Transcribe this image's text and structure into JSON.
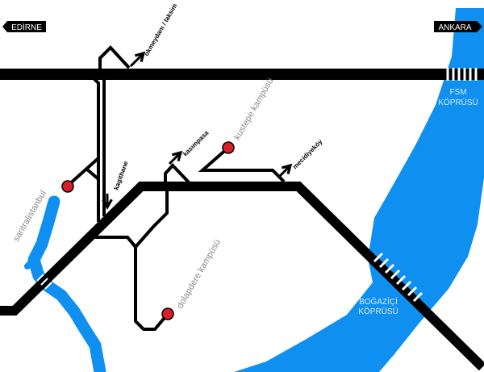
{
  "colors": {
    "water": "#0f8ff0",
    "road": "#000000",
    "campus": "#d81f2a",
    "bridge_label": "#dbe9f7",
    "campus_label": "#8a8a8a"
  },
  "signs": {
    "left": "EDİRNE",
    "right": "ANKARA"
  },
  "bridges": {
    "fsm": {
      "line1": "FSM",
      "line2": "KÖPRÜSÜ"
    },
    "bogazici": {
      "line1": "BOĞAZİÇİ",
      "line2": "KÖPRÜSÜ"
    }
  },
  "exits": {
    "okmeydani": "okmeydanı / laksim",
    "kagithane": "kagithane",
    "kasimpasa": "kasımpasa",
    "mecidiyekoy": "mecidiyeköy"
  },
  "campuses": {
    "santral": "santralistanbul",
    "kustepe": "kustepe kampüsü",
    "dolapdere": "dolapdere kampüsü"
  }
}
